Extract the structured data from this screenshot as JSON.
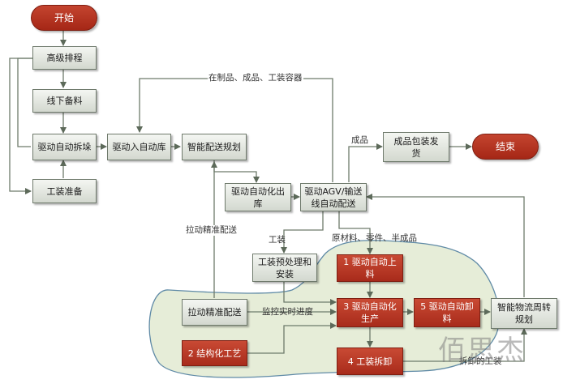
{
  "nodes": {
    "start": "开始",
    "advanced_scheduling": "高级排程",
    "offline_stocking": "线下备料",
    "auto_unstacking": "驱动自动拆垛",
    "tooling_prep": "工装准备",
    "auto_warehouse_in": "驱动入自动库",
    "smart_distribution_plan": "智能配送规划",
    "auto_warehouse_out": "驱动自动化出\n库",
    "agv_delivery": "驱动AGV/输送\n线自动配送",
    "finished_packaging": "成品包装发\n货",
    "end": "结束",
    "tooling_pretreatment": "工装预处理和\n安装",
    "auto_loading": "1 驱动自动上\n料",
    "pull_delivery": "拉动精准配送",
    "structured_process": "2 结构化工艺",
    "automated_production": "3 驱动自动化\n生产",
    "tooling_dismantle": "4 工装拆卸",
    "auto_unloading": "5 驱动自动卸\n料",
    "smart_logistics": "智能物流周转\n规划"
  },
  "labels": {
    "wip_containers": "在制品、成品、工装容器",
    "finished_goods": "成品",
    "pull_delivery_edge": "拉动精准配送",
    "tooling": "工装",
    "materials": "原材料、零件、半成品",
    "monitor_progress": "监控实时进度",
    "dismantled_tooling": "拆卸的工装"
  },
  "watermark": "佰思杰",
  "colors": {
    "box_top": "#f4f6f2",
    "box_bottom": "#d3d8cf",
    "box_border": "#6f7a6c",
    "red": "#b8392a",
    "zone_fill": "#e6edd8",
    "zone_stroke": "#5f8aa6",
    "arrow": "#6e7b6b"
  }
}
